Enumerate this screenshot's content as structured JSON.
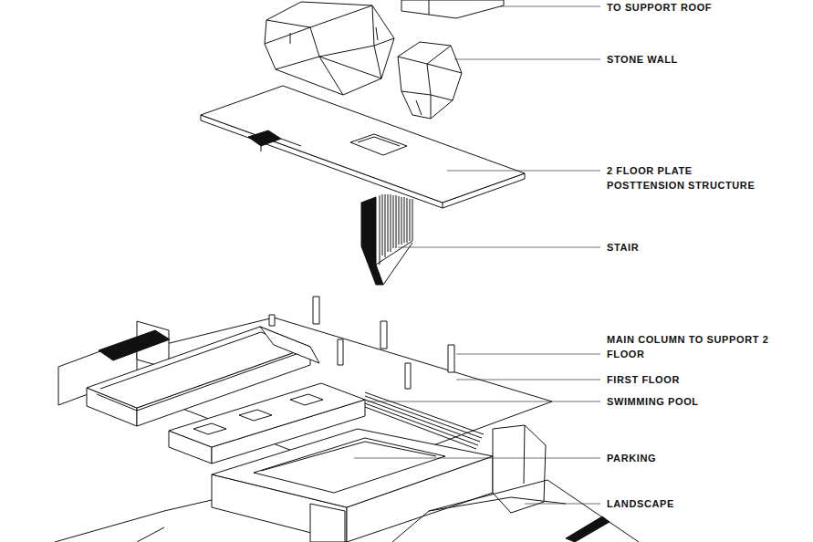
{
  "diagram": {
    "labels": [
      "TO SUPPORT ROOF",
      "STONE WALL",
      "2 FLOOR PLATE POSTTENSION STRUCTURE",
      "STAIR",
      "MAIN COLUMN TO SUPPORT 2 FLOOR",
      "FIRST FLOOR",
      "SWIMMING POOL",
      "PARKING",
      "LANDSCAPE"
    ]
  }
}
